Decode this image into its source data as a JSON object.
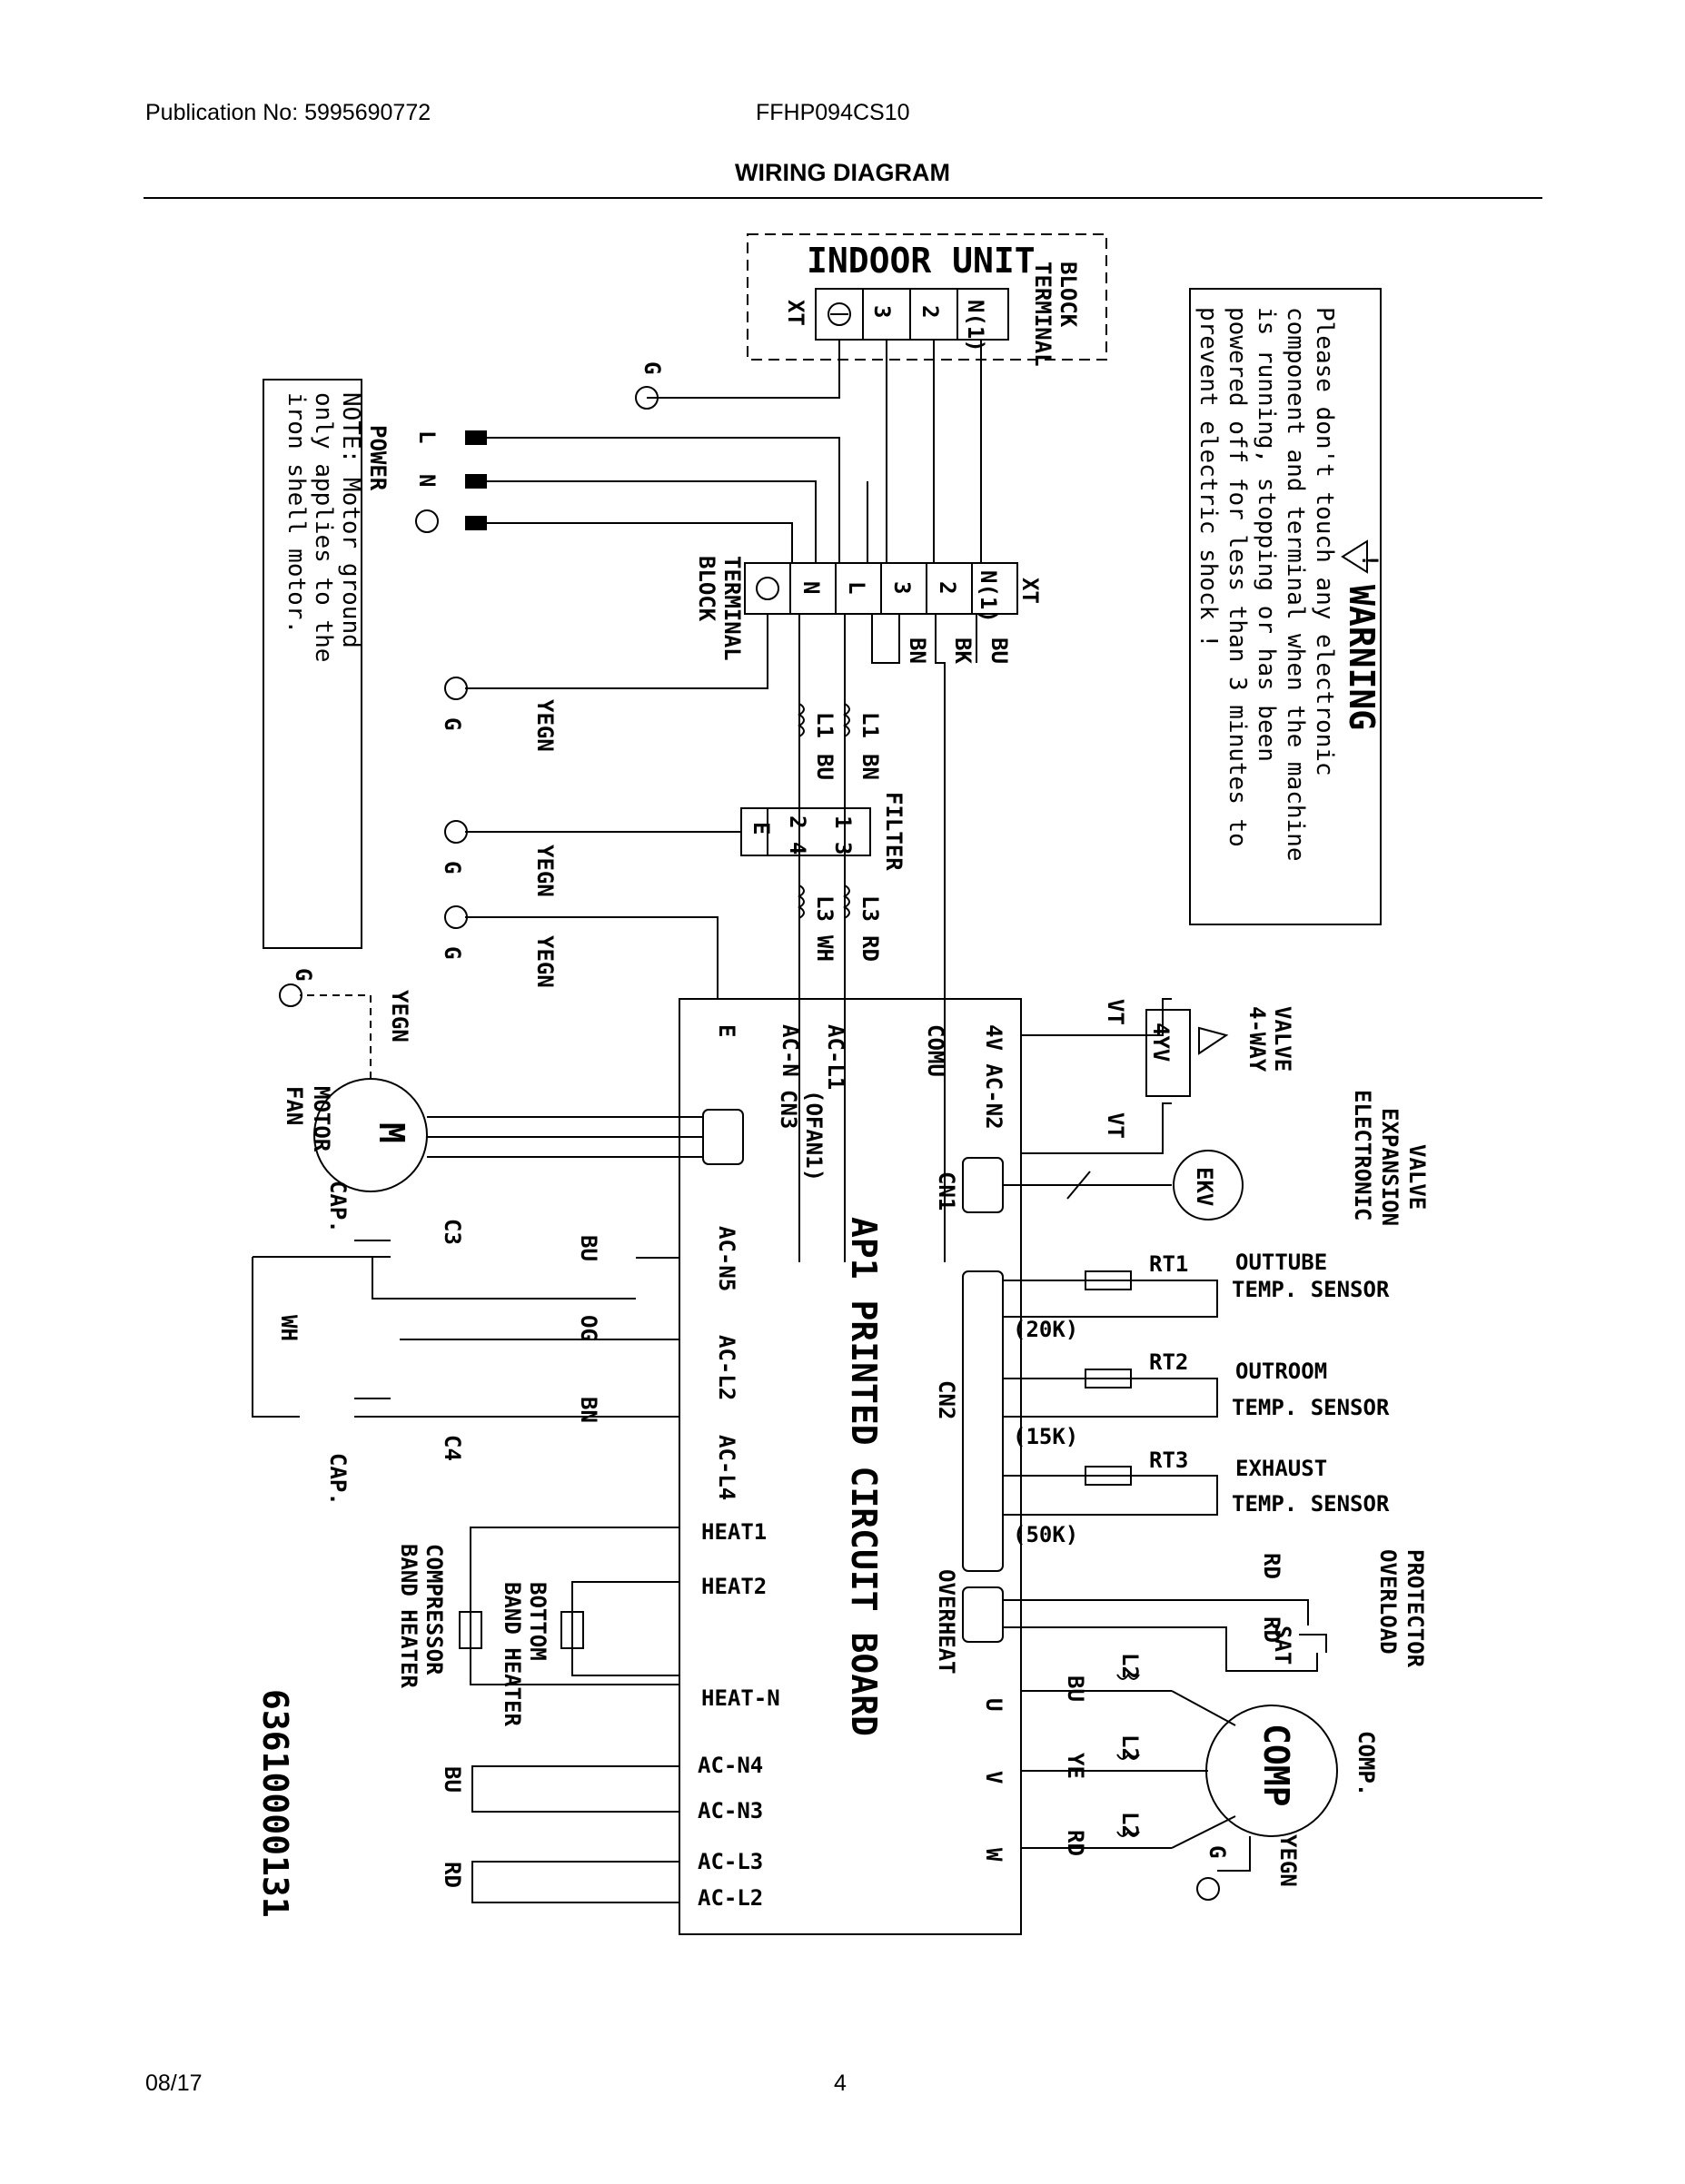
{
  "header": {
    "publication": "Publication No: 5995690772",
    "model": "FFHP094CS10",
    "title": "WIRING DIAGRAM"
  },
  "footer": {
    "date": "08/17",
    "page": "4"
  },
  "diagram": {
    "indoor_unit": "INDOOR UNIT",
    "terminal_block": "TERMINAL BLOCK",
    "terminal_block_line1": "TERMINAL",
    "terminal_block_line2": "BLOCK",
    "xt": "XT",
    "indoor_terminals": [
      "N(1)",
      "2",
      "3"
    ],
    "outdoor_terminals": [
      "N(1)",
      "2",
      "3",
      "L",
      "N"
    ],
    "power": "POWER",
    "power_l": "L",
    "power_n": "N",
    "ground": "G",
    "wire_colors": {
      "bu": "BU",
      "bk": "BK",
      "bn": "BN",
      "yegn": "YEGN",
      "wh": "WH",
      "rd": "RD",
      "og": "OG",
      "ye": "YE"
    },
    "filter": "FILTER",
    "filter_e": "E",
    "filter_pins_a": "2 4",
    "filter_pins_b": "1 3",
    "coils": {
      "l1": "L1",
      "l2": "L2",
      "l3": "L3"
    },
    "note_lines": [
      "NOTE: Motor ground",
      "only applies to the",
      "iron shell motor."
    ],
    "warning_title": "WARNING",
    "warning_symbol": "!",
    "warning_lines": [
      "Please don't touch any electronic",
      "component and terminal when the machine",
      "is running, stopping or has been",
      "powered off for less than 3 minutes to",
      "prevent electric shock !"
    ],
    "board_title": "AP1 PRINTED CIRCUIT BOARD",
    "board_pins_left": [
      "E",
      "AC-N",
      "AC-L1",
      "COMU",
      "4V AC-N2"
    ],
    "board_pins_mid": [
      "AC-N5",
      "AC-L2",
      "AC-L4"
    ],
    "board_pins_bottom": [
      "HEAT1",
      "HEAT2",
      "HEAT-N",
      "AC-N4",
      "AC-N3",
      "AC-L3",
      "AC-L2"
    ],
    "board_connectors": [
      "CN1",
      "CN2",
      "OVERHEAT",
      "CN3"
    ],
    "ofan_line1": "(OFAN1)",
    "ofan_line2": "CN3",
    "comp_pins": [
      "U",
      "V",
      "W"
    ],
    "fan_motor": "FAN MOTOR",
    "fan_motor_line1": "FAN",
    "fan_motor_line2": "MOTOR",
    "motor_symbol": "M",
    "cap": "CAP.",
    "c3": "C3",
    "c4": "C4",
    "valve_label": "4-WAY VALVE",
    "valve_line1": "4-WAY",
    "valve_line2": "VALVE",
    "valve_code": "4YV",
    "vt": "VT",
    "ekv": "EKV",
    "ekv_line1": "ELECTRONIC",
    "ekv_line2": "EXPANSION",
    "ekv_line3": "VALVE",
    "sensors": [
      {
        "id": "RT1",
        "name1": "OUTTUBE",
        "name2": "TEMP. SENSOR",
        "value": "(20K)"
      },
      {
        "id": "RT2",
        "name1": "OUTROOM",
        "name2": "TEMP. SENSOR",
        "value": "(15K)"
      },
      {
        "id": "RT3",
        "name1": "EXHAUST",
        "name2": "TEMP. SENSOR",
        "value": "(50K)"
      }
    ],
    "overload_line1": "OVERLOAD",
    "overload_line2": "PROTECTOR",
    "sat": "SAT",
    "comp": "COMP",
    "comp_label": "COMP.",
    "bottom_heater_line1": "BOTTOM",
    "bottom_heater_line2": "BAND HEATER",
    "comp_heater_line1": "COMPRESSOR",
    "comp_heater_line2": "BAND HEATER",
    "part_number": "63610000131"
  }
}
